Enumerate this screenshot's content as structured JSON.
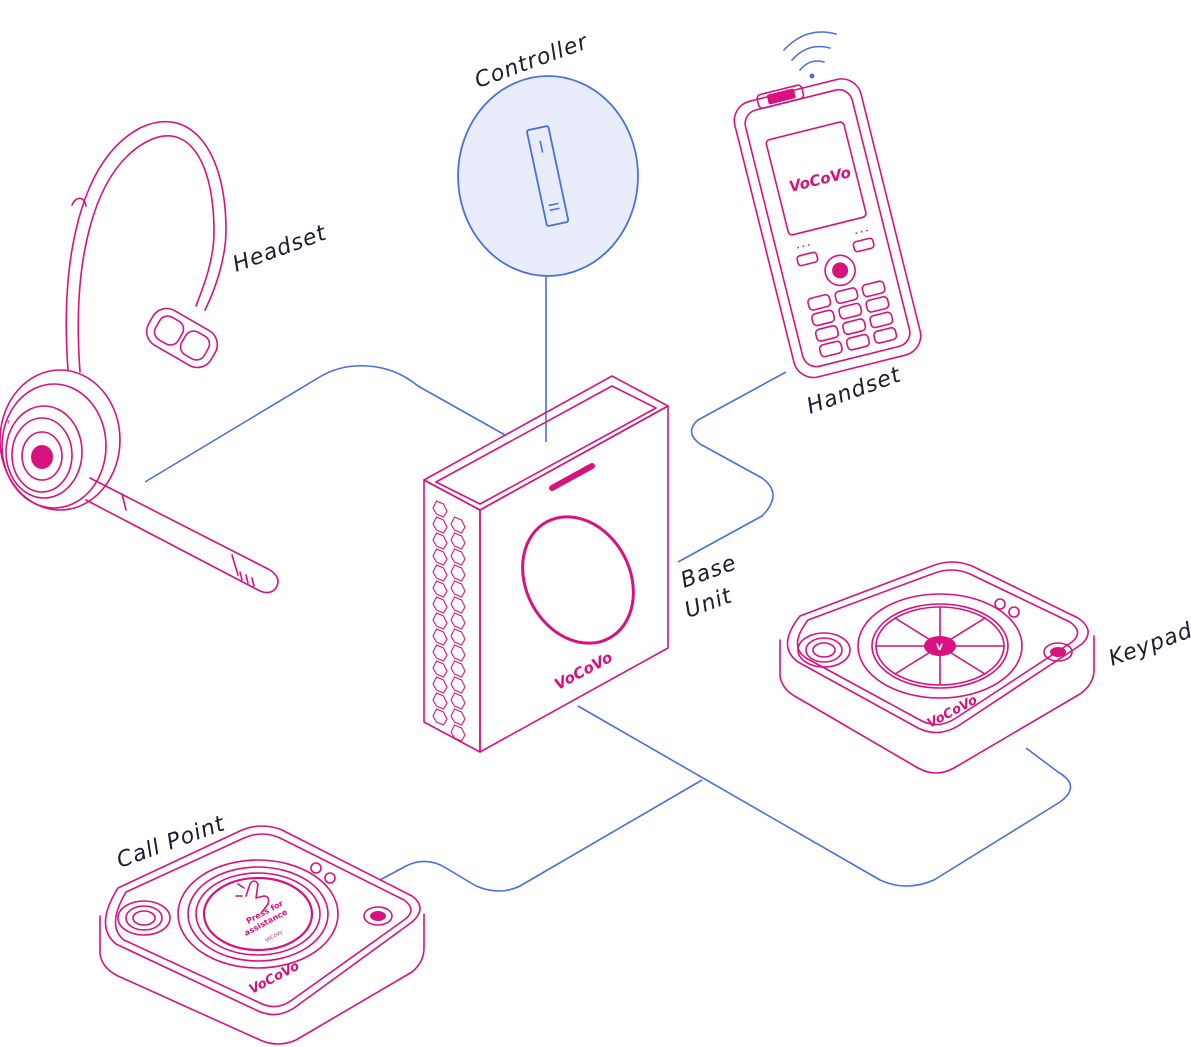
{
  "colors": {
    "device_stroke": "#d9117f",
    "connection": "#4a6fe0",
    "controller_fill": "#e9edfb",
    "label_text": "#1f1a2e"
  },
  "labels": {
    "controller": "Controller",
    "headset": "Headset",
    "handset": "Handset",
    "base_unit_line1": "Base",
    "base_unit_line2": "Unit",
    "keypad": "Keypad",
    "call_point": "Call Point"
  },
  "brand": {
    "logo": "VoCoVo",
    "call_point_button_line1": "Press for",
    "call_point_button_line2": "assistance"
  },
  "icons": {
    "wifi": "wifi-signal-icon",
    "pointer": "hand-pointer-icon",
    "speech": "speech-bubble-icon"
  }
}
